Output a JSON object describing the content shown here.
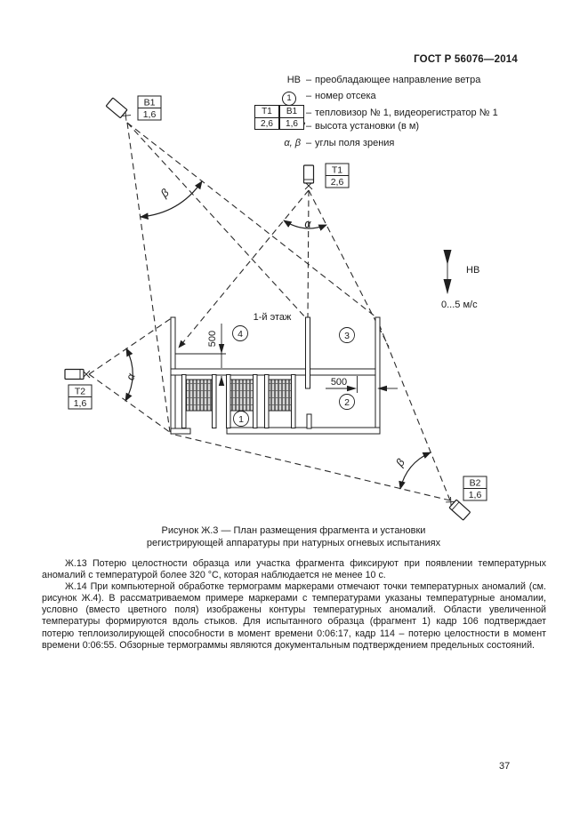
{
  "page": {
    "header": "ГОСТ Р 56076—2014",
    "page_number": "37"
  },
  "legend": {
    "rows": [
      {
        "symbol": "НВ",
        "dash": "–",
        "text": "преобладающее направление ветра"
      },
      {
        "symbol": "1",
        "dash": "–",
        "text": "номер отсека"
      },
      {
        "dash": "–",
        "text": "тепловизор № 1, видеорегистратор № 1"
      },
      {
        "dash": "–",
        "text": "высота установки (в м)"
      },
      {
        "symbol": "α, β",
        "dash": "–",
        "text": "углы поля зрения"
      }
    ],
    "boxes": {
      "t1": {
        "top": "Т1",
        "bottom": "2,6"
      },
      "b1": {
        "top": "В1",
        "bottom": "1,6"
      },
      "separator": ","
    }
  },
  "diagram": {
    "floor_label": "1-й этаж",
    "compartments": [
      "1",
      "2",
      "3",
      "4"
    ],
    "dimensions": {
      "vertical": "500",
      "horizontal": "500"
    },
    "angles": {
      "alpha": "α",
      "beta": "β"
    },
    "wind": {
      "label": "НВ",
      "speed": "0...5 м/с"
    },
    "cameras": [
      {
        "id": "B1",
        "label": "В1",
        "height": "1,6"
      },
      {
        "id": "T1",
        "label": "Т1",
        "height": "2,6"
      },
      {
        "id": "T2",
        "label": "Т2",
        "height": "1,6"
      },
      {
        "id": "B2",
        "label": "В2",
        "height": "1,6"
      }
    ]
  },
  "caption": {
    "line1": "Рисунок Ж.3 — План размещения фрагмента и установки",
    "line2": "регистрирующей аппаратуры при натурных огневых испытаниях"
  },
  "body": {
    "p1": "Ж.13 Потерю целостности образца или участка фрагмента фиксируют при появлении температурных аномалий с температурой более 320 °С, которая наблюдается не менее 10 с.",
    "p2": "Ж.14 При компьютерной обработке термограмм маркерами отмечают точки температурных аномалий (см. рисунок Ж.4). В рассматриваемом примере маркерами с температурами указаны температурные аномалии, условно (вместо цветного поля) изображены контуры температурных аномалий. Области увеличенной температуры формируются вдоль стыков. Для испытанного образца (фрагмент 1) кадр 106 подтверждает потерю теплоизолирующей способности в момент времени 0:06:17, кадр 114 – потерю целостности в момент времени 0:06:55. Обзорные термограммы являются документальным подтверждением предельных состояний."
  }
}
